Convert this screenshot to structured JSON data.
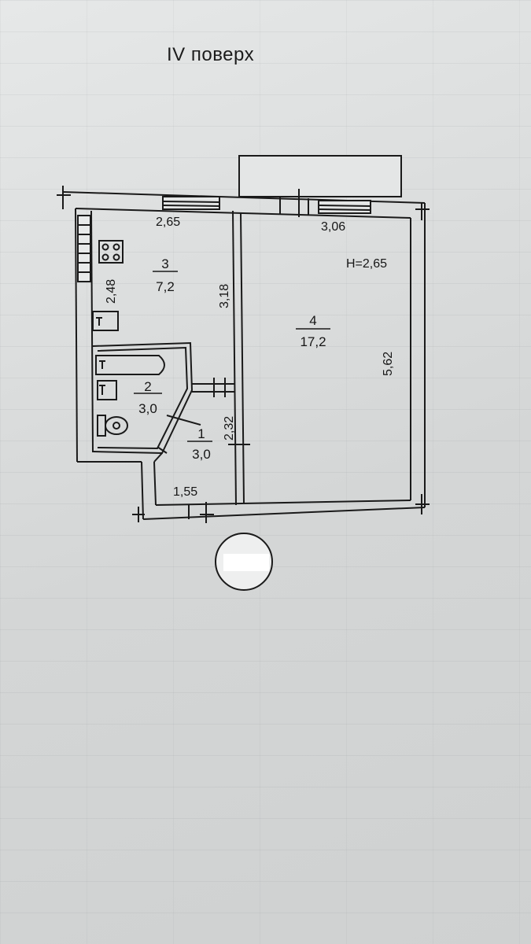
{
  "floor_label": "IV поверх",
  "ceiling_height": "H=2,65",
  "rooms": [
    {
      "number": "1",
      "area": "3,0"
    },
    {
      "number": "2",
      "area": "3,0"
    },
    {
      "number": "3",
      "area": "7,2"
    },
    {
      "number": "4",
      "area": "17,2"
    }
  ],
  "dimensions": {
    "kitchen_width": "2,65",
    "kitchen_depth": "2,48",
    "kitchen_wall": "3,18",
    "hall_height": "2,32",
    "hall_width": "1,55",
    "living_width": "3,06",
    "living_height": "5,62"
  }
}
